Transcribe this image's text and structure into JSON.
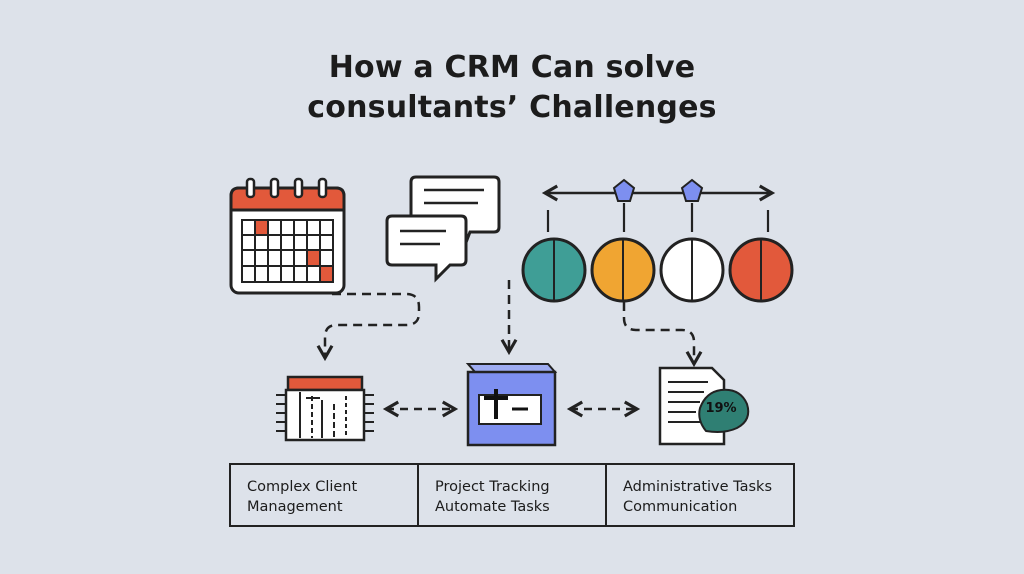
{
  "title": {
    "line1": "How a CRM Can solve",
    "line2": "consultants’ Challenges"
  },
  "columns": [
    {
      "line1": "Complex Client",
      "line2": "Management"
    },
    {
      "line1": "Project Tracking",
      "line2": "Automate Tasks"
    },
    {
      "line1": "Administrative Tasks",
      "line2": "Communication"
    }
  ],
  "badge_text": "19%",
  "icons": [
    "calendar-icon",
    "chat-bubbles-icon",
    "timeline-icon",
    "status-circles-icon",
    "schedule-grid-icon",
    "project-card-icon",
    "report-document-icon"
  ],
  "colors": {
    "background": "#dde2ea",
    "accent_red": "#e2593b",
    "teal": "#3f9e96",
    "orange": "#f0a532",
    "blue": "#7d8ff0",
    "dark_teal": "#2f7f73"
  }
}
